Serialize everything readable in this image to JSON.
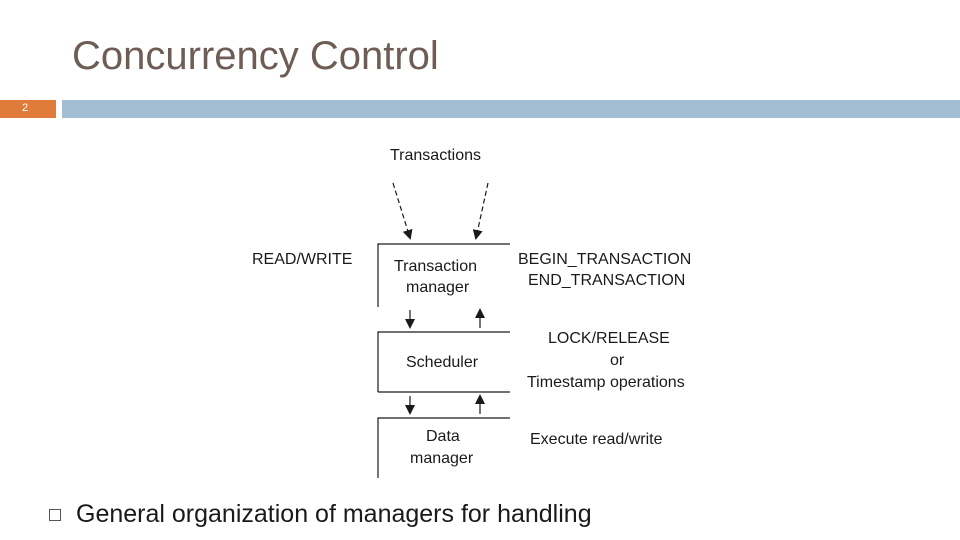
{
  "slide": {
    "title": "Concurrency Control",
    "number": "2"
  },
  "diagram": {
    "top_label": "Transactions",
    "left_label": "READ/WRITE",
    "boxes": {
      "transaction_manager": [
        "Transaction",
        "manager"
      ],
      "scheduler": [
        "Scheduler"
      ],
      "data_manager": [
        "Data",
        "manager"
      ]
    },
    "right_labels": {
      "transaction_manager": [
        "BEGIN_TRANSACTION",
        "END_TRANSACTION"
      ],
      "scheduler": [
        "LOCK/RELEASE",
        "or",
        "Timestamp operations"
      ],
      "data_manager": [
        "Execute read/write"
      ]
    }
  },
  "bullets": [
    "General organization of managers for handling"
  ],
  "colors": {
    "title": "#6d5d55",
    "accent_bar": "#a3bdd3",
    "number_bar": "#e07b39"
  }
}
